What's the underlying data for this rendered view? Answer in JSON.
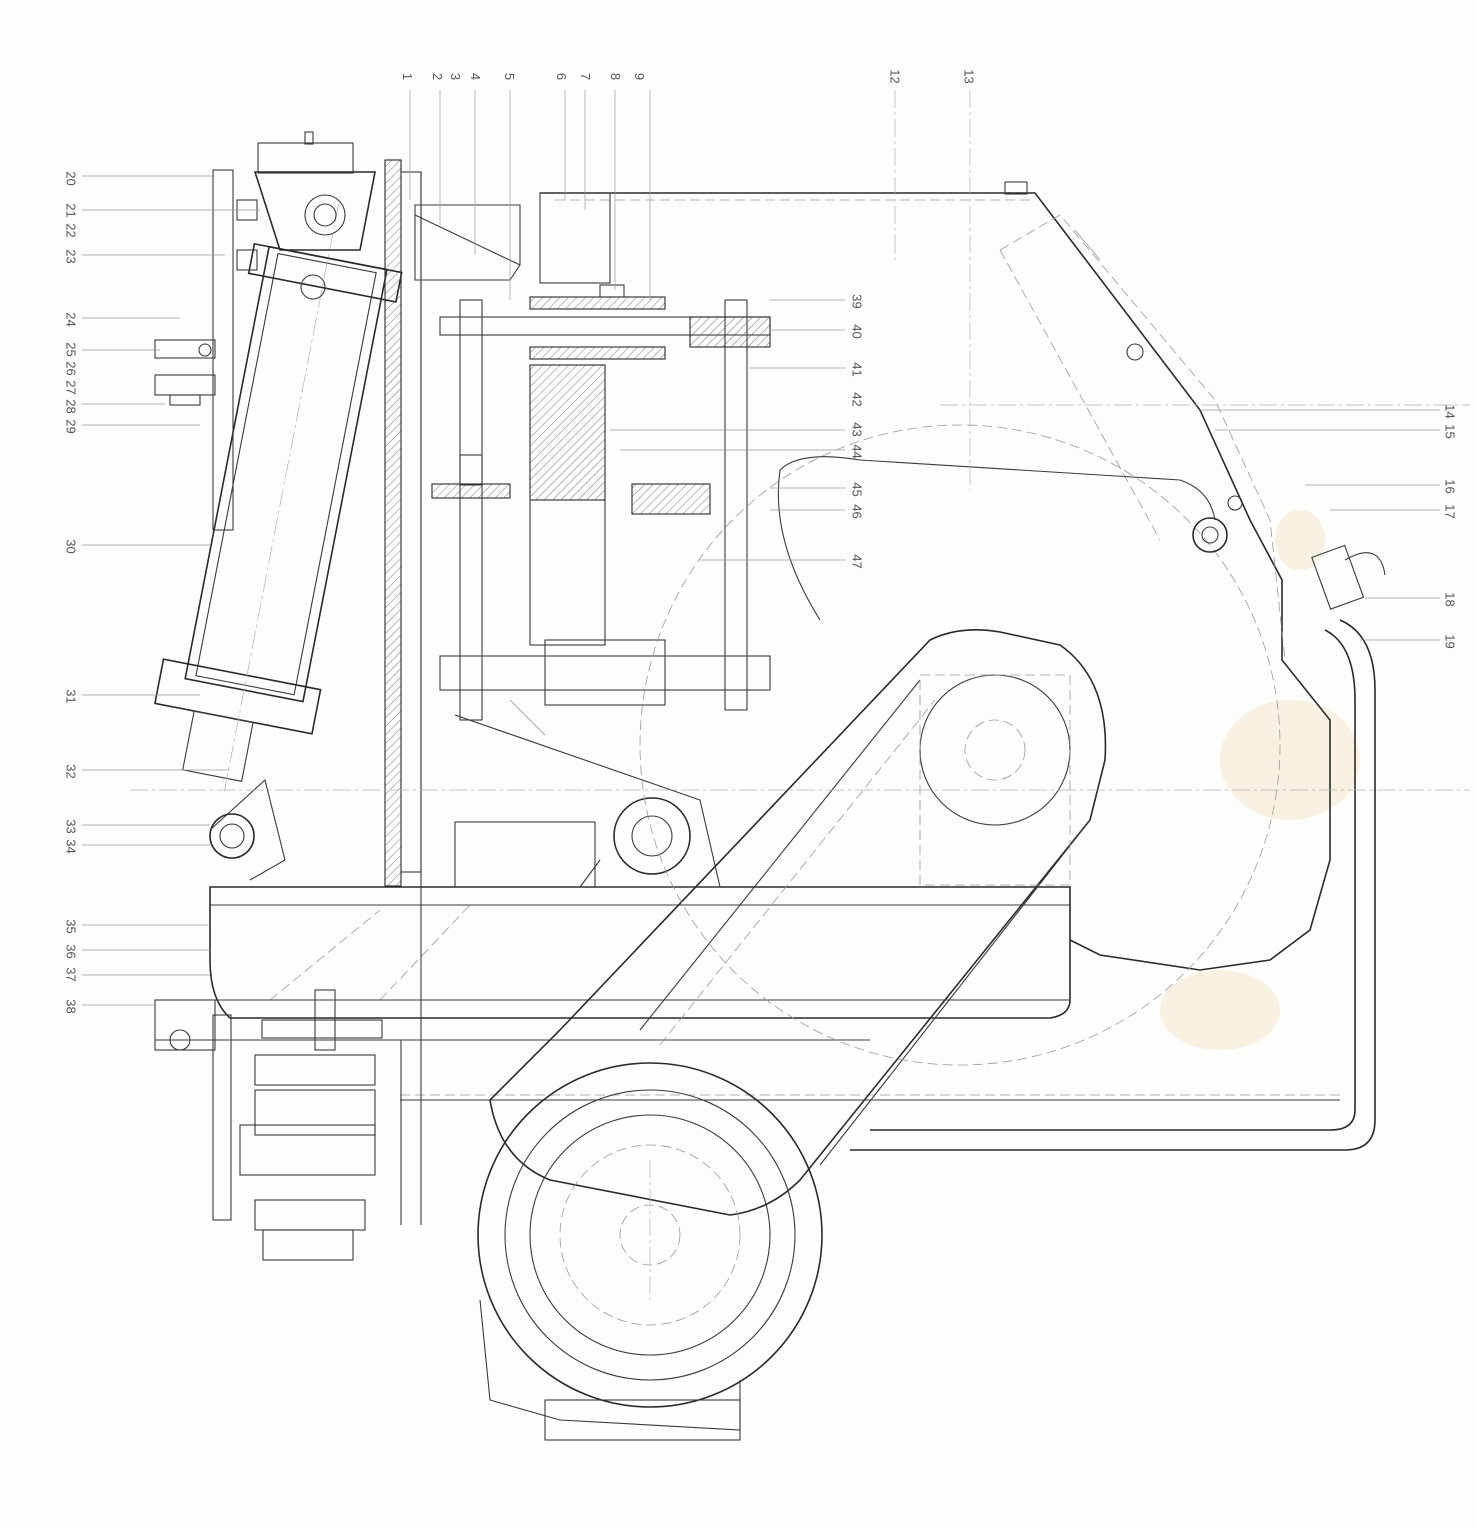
{
  "drawing": {
    "callouts_top": [
      "1",
      "2",
      "3",
      "4",
      "5",
      "6",
      "7",
      "8",
      "9",
      "",
      "",
      "12",
      "13"
    ],
    "callouts_left": [
      "20",
      "21",
      "22",
      "23",
      "24",
      "25",
      "26",
      "27",
      "28",
      "29",
      "30",
      "31",
      "32",
      "33",
      "34",
      "35",
      "36",
      "37",
      "38"
    ],
    "callouts_right_upper": [
      "39",
      "40",
      "41",
      "42",
      "43",
      "44",
      "45",
      "46",
      "47"
    ],
    "callouts_right": [
      "14",
      "15",
      "16",
      "17",
      "18",
      "19"
    ]
  }
}
